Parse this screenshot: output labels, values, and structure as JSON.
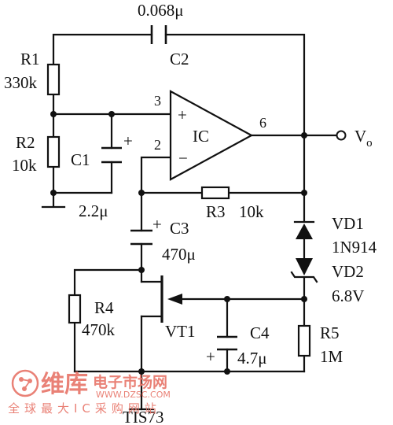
{
  "components": {
    "c2": {
      "value": "0.068μ",
      "ref": "C2"
    },
    "r1": {
      "ref": "R1",
      "value": "330k"
    },
    "r2": {
      "ref": "R2",
      "value": "10k"
    },
    "c1": {
      "ref": "C1",
      "value": "2.2μ",
      "polarity": "+"
    },
    "ic": {
      "ref": "IC",
      "pin_noninv": "3",
      "pin_inv": "2",
      "pin_out": "6",
      "plus": "+",
      "minus": "−"
    },
    "vo": {
      "label_main": "V",
      "label_sub": "o"
    },
    "r3": {
      "ref": "R3",
      "value": "10k"
    },
    "c3": {
      "ref": "C3",
      "value": "470μ",
      "polarity": "+"
    },
    "vd1": {
      "ref": "VD1",
      "value": "1N914"
    },
    "vd2": {
      "ref": "VD2",
      "value": "6.8V"
    },
    "r4": {
      "ref": "R4",
      "value": "470k"
    },
    "vt1": {
      "ref": "VT1",
      "part": "TIS73"
    },
    "c4": {
      "ref": "C4",
      "value": "4.7μ",
      "polarity": "+"
    },
    "r5": {
      "ref": "R5",
      "value": "1M"
    }
  },
  "watermark": {
    "brand": "维库",
    "brand_sub": "电子市场网",
    "url": "WWW.DZSC.COM",
    "slogan": "全球最大IC采购网站",
    "color": "#e8776b",
    "logo_icon": "circuit-node-logo-icon"
  }
}
